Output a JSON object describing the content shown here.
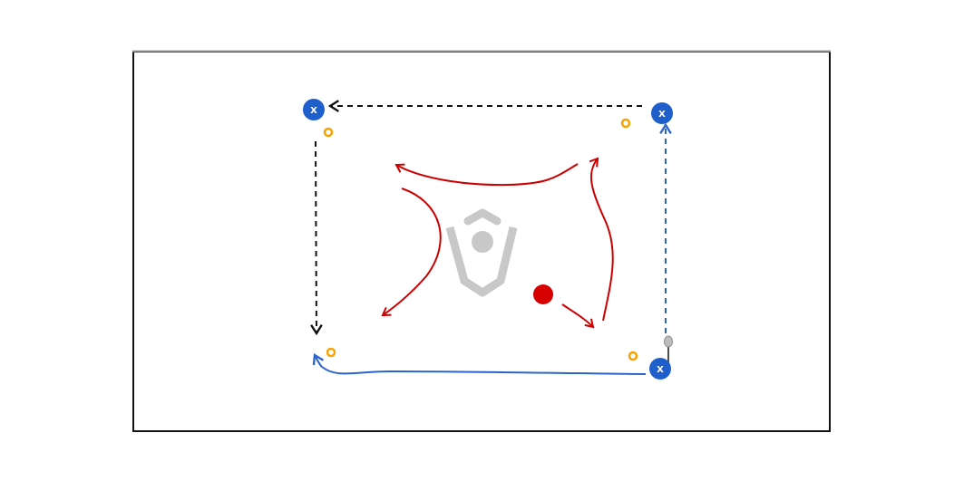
{
  "diagram": {
    "colors": {
      "field_border": "#111111",
      "field_top_edge": "#9a9a9a",
      "player": "#1f5fcc",
      "cone": "#f5a300",
      "ball": "#d60000",
      "movement_arrow": "#cc0000",
      "pass_line": "#111111",
      "dribble_line": "#2b63c9",
      "run_line": "#2b63c9",
      "logo": "#c8c8c8",
      "stick": "#bdbdbd"
    },
    "players": [
      {
        "label": "X",
        "icon": "player-x-marker"
      },
      {
        "label": "X",
        "icon": "player-x-marker"
      },
      {
        "label": "X",
        "icon": "player-x-marker"
      }
    ],
    "cones": [
      {
        "icon": "cone-marker"
      },
      {
        "icon": "cone-marker"
      },
      {
        "icon": "cone-marker"
      },
      {
        "icon": "cone-marker"
      }
    ],
    "ball": {
      "icon": "ball"
    },
    "logo": {
      "icon": "watermark-logo"
    },
    "stick": {
      "icon": "lacrosse-stick-icon"
    }
  }
}
